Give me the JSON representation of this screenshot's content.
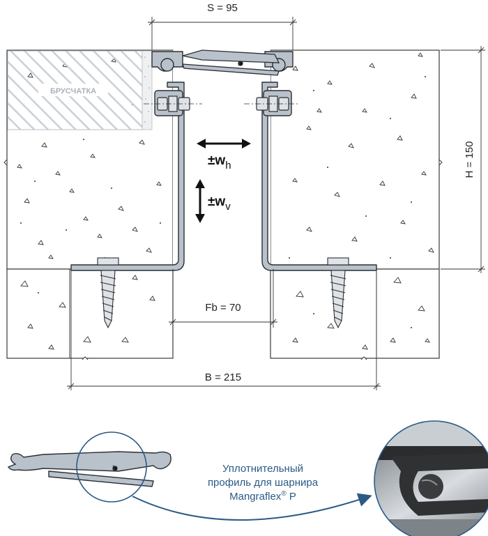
{
  "labels": {
    "s_dim": "S = 95",
    "h_dim": "H = 150",
    "fb_dim": "Fb = 70",
    "b_dim": "B = 215",
    "paving": "БРУСЧАТКА",
    "wh_main": "±w",
    "wh_sub": "h",
    "wv_main": "±w",
    "wv_sub": "v"
  },
  "caption": {
    "line1": "Уплотнительный",
    "line2": "профиль для шарнира",
    "line3": "Mangraflex",
    "line3_reg": "®",
    "line3_suffix": " P"
  },
  "colors": {
    "profile": "#b9c2cb",
    "outline": "#2a2e33",
    "accent_blue": "#2b5a86",
    "hatch": "#c3cbd3"
  }
}
